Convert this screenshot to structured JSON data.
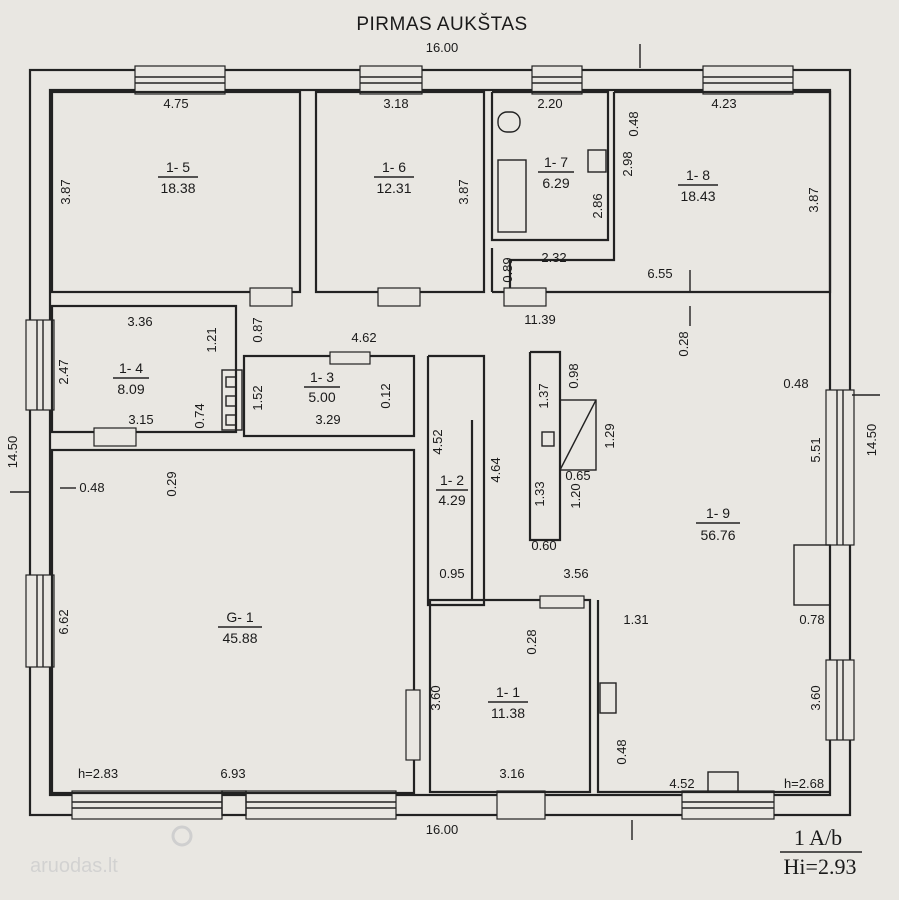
{
  "plan": {
    "title": "PIRMAS AUKŠTAS",
    "sheet": "1 A/b",
    "height_note": "Hi=2.93",
    "watermark": "aruodas.lt"
  },
  "rooms": [
    {
      "id": "1-5",
      "label": "1- 5",
      "area": "18.38"
    },
    {
      "id": "1-6",
      "label": "1- 6",
      "area": "12.31"
    },
    {
      "id": "1-7",
      "label": "1- 7",
      "area": "6.29"
    },
    {
      "id": "1-8",
      "label": "1- 8",
      "area": "18.43"
    },
    {
      "id": "1-4",
      "label": "1- 4",
      "area": "8.09"
    },
    {
      "id": "1-3",
      "label": "1- 3",
      "area": "5.00"
    },
    {
      "id": "1-2",
      "label": "1- 2",
      "area": "4.29"
    },
    {
      "id": "1-9",
      "label": "1- 9",
      "area": "56.76"
    },
    {
      "id": "G-1",
      "label": "G- 1",
      "area": "45.88"
    },
    {
      "id": "1-1",
      "label": "1- 1",
      "area": "11.38"
    }
  ],
  "dimensions": [
    "16.00",
    "16.00",
    "14.50",
    "14.50",
    "4.75",
    "3.87",
    "3.18",
    "3.87",
    "2.20",
    "0.48",
    "2.98",
    "2.86",
    "4.23",
    "3.87",
    "0.89",
    "2.32",
    "6.55",
    "11.39",
    "0.28",
    "3.36",
    "1.21",
    "2.47",
    "3.15",
    "0.74",
    "0.87",
    "4.62",
    "1.52",
    "0.12",
    "3.29",
    "1.37",
    "0.98",
    "1.29",
    "1.33",
    "1.20",
    "0.65",
    "0.60",
    "4.52",
    "4.64",
    "0.95",
    "3.56",
    "0.48",
    "5.51",
    "0.48",
    "0.29",
    "6.62",
    "6.93",
    "h=2.83",
    "1.31",
    "0.78",
    "0.28",
    "3.60",
    "3.16",
    "3.60",
    "0.48",
    "4.52",
    "h=2.68"
  ]
}
